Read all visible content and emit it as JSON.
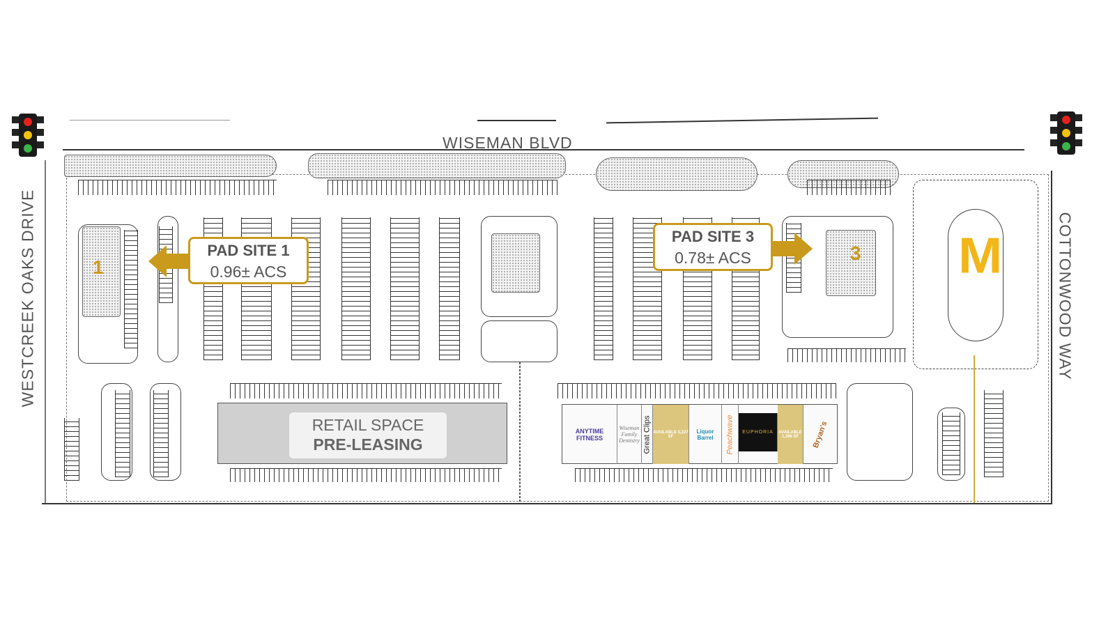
{
  "streets": {
    "north": "WISEMAN BLVD",
    "west": "WESTCREEK OAKS DRIVE",
    "east": "COTTONWOOD WAY"
  },
  "pad_sites": [
    {
      "title": "PAD SITE 1",
      "size": "0.96± ACS",
      "marker": "1"
    },
    {
      "title": "PAD SITE 3",
      "size": "0.78± ACS",
      "marker": "3"
    }
  ],
  "retail_space": {
    "line1": "RETAIL SPACE",
    "line2": "PRE-LEASING"
  },
  "tenants": [
    {
      "name": "ANYTIME FITNESS"
    },
    {
      "name": "Wiseman Family Dentistry"
    },
    {
      "name": "Great Clips"
    },
    {
      "name": "AVAILABLE 3,227 SF"
    },
    {
      "name": "Liquor Barrel"
    },
    {
      "name": "Peachwave"
    },
    {
      "name": "EUPHORIA"
    },
    {
      "name": "AVAILABLE 1,398 SF"
    },
    {
      "name": "Bryan's"
    }
  ],
  "anchor": {
    "logo": "M"
  },
  "colors": {
    "accent": "#c99a1c",
    "available": "#dcc57c",
    "retail_grey": "#d0d0d0",
    "mcd": "#f2b619"
  }
}
